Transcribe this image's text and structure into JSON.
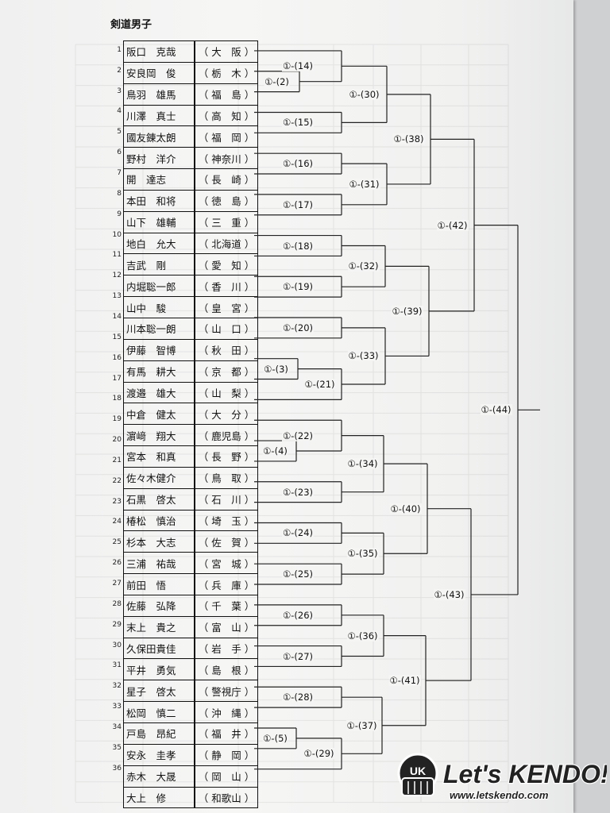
{
  "title": "剣道男子",
  "entries": [
    {
      "no": "1",
      "name": "阪口　克哉",
      "pref": "（ 大　阪 ）"
    },
    {
      "no": "2",
      "name": "安良岡　俊",
      "pref": "（ 栃　木 ）"
    },
    {
      "no": "3",
      "name": "鳥羽　雄馬",
      "pref": "（ 福　島 ）"
    },
    {
      "no": "4",
      "name": "川澤　真士",
      "pref": "（ 高　知 ）"
    },
    {
      "no": "5",
      "name": "國友錬太朗",
      "pref": "（ 福　岡 ）"
    },
    {
      "no": "6",
      "name": "野村　洋介",
      "pref": "（ 神奈川 ）"
    },
    {
      "no": "7",
      "name": "開　達志",
      "pref": "（ 長　崎 ）"
    },
    {
      "no": "8",
      "name": "本田　和将",
      "pref": "（ 徳　島 ）"
    },
    {
      "no": "9",
      "name": "山下　雄輔",
      "pref": "（ 三　重 ）"
    },
    {
      "no": "10",
      "name": "地白　允大",
      "pref": "（ 北海道 ）"
    },
    {
      "no": "11",
      "name": "吉武　剛",
      "pref": "（ 愛　知 ）"
    },
    {
      "no": "12",
      "name": "内堀聡一郎",
      "pref": "（ 香　川 ）"
    },
    {
      "no": "13",
      "name": "山中　駿",
      "pref": "（ 皇　宮 ）"
    },
    {
      "no": "14",
      "name": "川本聡一朗",
      "pref": "（ 山　口 ）"
    },
    {
      "no": "15",
      "name": "伊藤　智博",
      "pref": "（ 秋　田 ）"
    },
    {
      "no": "16",
      "name": "有馬　耕大",
      "pref": "（ 京　都 ）"
    },
    {
      "no": "17",
      "name": "渡邉　雄大",
      "pref": "（ 山　梨 ）"
    },
    {
      "no": "18",
      "name": "中倉　健太",
      "pref": "（ 大　分 ）"
    },
    {
      "no": "19",
      "name": "濵﨑　翔大",
      "pref": "（ 鹿児島 ）"
    },
    {
      "no": "20",
      "name": "宮本　和真",
      "pref": "（ 長　野 ）"
    },
    {
      "no": "21",
      "name": "佐々木健介",
      "pref": "（ 鳥　取 ）"
    },
    {
      "no": "22",
      "name": "石黒　啓太",
      "pref": "（ 石　川 ）"
    },
    {
      "no": "23",
      "name": "椿松　慎治",
      "pref": "（ 埼　玉 ）"
    },
    {
      "no": "24",
      "name": "杉本　大志",
      "pref": "（ 佐　賀 ）"
    },
    {
      "no": "25",
      "name": "三浦　祐哉",
      "pref": "（ 宮　城 ）"
    },
    {
      "no": "26",
      "name": "前田　悟",
      "pref": "（ 兵　庫 ）"
    },
    {
      "no": "27",
      "name": "佐藤　弘降",
      "pref": "（ 千　葉 ）"
    },
    {
      "no": "28",
      "name": "末上　貴之",
      "pref": "（ 富　山 ）"
    },
    {
      "no": "29",
      "name": "久保田貴佳",
      "pref": "（ 岩　手 ）"
    },
    {
      "no": "30",
      "name": "平井　勇気",
      "pref": "（ 島　根 ）"
    },
    {
      "no": "31",
      "name": "星子　啓太",
      "pref": "（ 警視庁 ）"
    },
    {
      "no": "32",
      "name": "松岡　慎二",
      "pref": "（ 沖　縄 ）"
    },
    {
      "no": "33",
      "name": "戸島　昂紀",
      "pref": "（ 福　井 ）"
    },
    {
      "no": "34",
      "name": "安永　圭孝",
      "pref": "（ 静　岡 ）"
    },
    {
      "no": "35",
      "name": "赤木　大晟",
      "pref": "（ 岡　山 ）"
    },
    {
      "no": "36",
      "name": "大上　修",
      "pref": "（ 和歌山 ）"
    }
  ],
  "matches": [
    {
      "id": "2",
      "label": "①-(2)",
      "a": "e2",
      "b": "e3"
    },
    {
      "id": "3",
      "label": "①-(3)",
      "a": "e16",
      "b": "e17"
    },
    {
      "id": "4",
      "label": "①-(4)",
      "a": "e20",
      "b": "e21"
    },
    {
      "id": "5",
      "label": "①-(5)",
      "a": "e34",
      "b": "e35"
    },
    {
      "id": "14",
      "label": "①-(14)",
      "a": "e1",
      "b": "m2"
    },
    {
      "id": "15",
      "label": "①-(15)",
      "a": "e4",
      "b": "e5"
    },
    {
      "id": "16",
      "label": "①-(16)",
      "a": "e6",
      "b": "e7"
    },
    {
      "id": "17",
      "label": "①-(17)",
      "a": "e8",
      "b": "e9"
    },
    {
      "id": "18",
      "label": "①-(18)",
      "a": "e10",
      "b": "e11"
    },
    {
      "id": "19",
      "label": "①-(19)",
      "a": "e12",
      "b": "e13"
    },
    {
      "id": "20",
      "label": "①-(20)",
      "a": "e14",
      "b": "e15"
    },
    {
      "id": "21",
      "label": "①-(21)",
      "a": "m3",
      "b": "e18"
    },
    {
      "id": "22",
      "label": "①-(22)",
      "a": "e19",
      "b": "m4"
    },
    {
      "id": "23",
      "label": "①-(23)",
      "a": "e22",
      "b": "e23"
    },
    {
      "id": "24",
      "label": "①-(24)",
      "a": "e24",
      "b": "e25"
    },
    {
      "id": "25",
      "label": "①-(25)",
      "a": "e26",
      "b": "e27"
    },
    {
      "id": "26",
      "label": "①-(26)",
      "a": "e28",
      "b": "e29"
    },
    {
      "id": "27",
      "label": "①-(27)",
      "a": "e30",
      "b": "e31"
    },
    {
      "id": "28",
      "label": "①-(28)",
      "a": "e32",
      "b": "e33"
    },
    {
      "id": "29",
      "label": "①-(29)",
      "a": "m5",
      "b": "e36"
    },
    {
      "id": "30",
      "label": "①-(30)",
      "a": "m14",
      "b": "m15"
    },
    {
      "id": "31",
      "label": "①-(31)",
      "a": "m16",
      "b": "m17"
    },
    {
      "id": "32",
      "label": "①-(32)",
      "a": "m18",
      "b": "m19"
    },
    {
      "id": "33",
      "label": "①-(33)",
      "a": "m20",
      "b": "m21"
    },
    {
      "id": "34",
      "label": "①-(34)",
      "a": "m22",
      "b": "m23"
    },
    {
      "id": "35",
      "label": "①-(35)",
      "a": "m24",
      "b": "m25"
    },
    {
      "id": "36",
      "label": "①-(36)",
      "a": "m26",
      "b": "m27"
    },
    {
      "id": "37",
      "label": "①-(37)",
      "a": "m28",
      "b": "m29"
    },
    {
      "id": "38",
      "label": "①-(38)",
      "a": "m30",
      "b": "m31"
    },
    {
      "id": "39",
      "label": "①-(39)",
      "a": "m32",
      "b": "m33"
    },
    {
      "id": "40",
      "label": "①-(40)",
      "a": "m34",
      "b": "m35"
    },
    {
      "id": "41",
      "label": "①-(41)",
      "a": "m36",
      "b": "m37"
    },
    {
      "id": "42",
      "label": "①-(42)",
      "a": "m38",
      "b": "m39"
    },
    {
      "id": "43",
      "label": "①-(43)",
      "a": "m40",
      "b": "m41"
    },
    {
      "id": "44",
      "label": "①-(44)",
      "a": "m42",
      "b": "m43"
    }
  ],
  "logo": {
    "main": "Let's KENDO!",
    "url": "www.letskendo.com",
    "badge": "UK"
  },
  "colors": {
    "paper": "#f3f3f2",
    "ink": "#111111",
    "logo_fill": "#222222"
  }
}
